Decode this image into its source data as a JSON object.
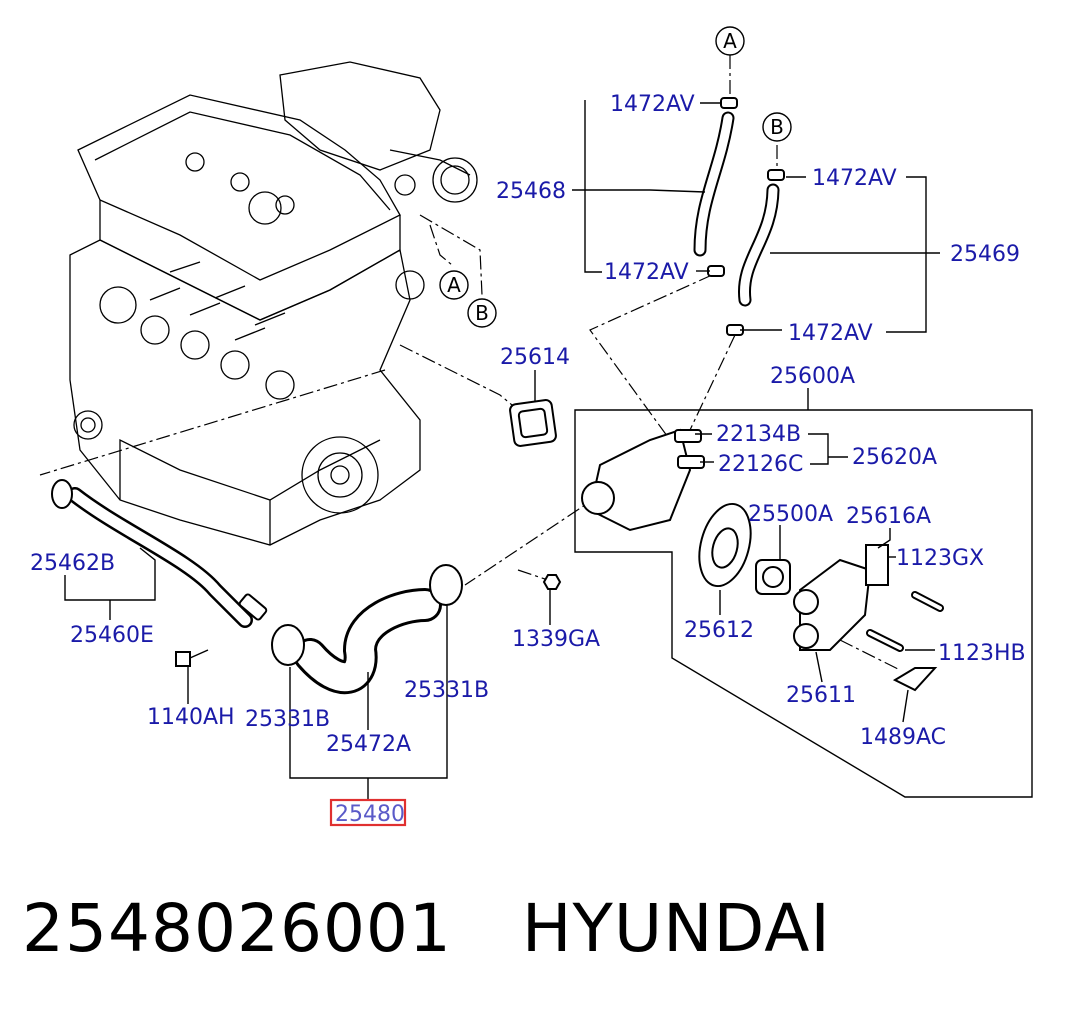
{
  "callout_letters": [
    "A",
    "B",
    "A",
    "B"
  ],
  "labels": {
    "p1472av_a": "1472AV",
    "p1472av_b": "1472AV",
    "p1472av_c": "1472AV",
    "p1472av_d": "1472AV",
    "p25468": "25468",
    "p25469": "25469",
    "p25614": "25614",
    "p25600a": "25600A",
    "p22134b": "22134B",
    "p22126c": "22126C",
    "p25620a": "25620A",
    "p25500a": "25500A",
    "p25616a": "25616A",
    "p1123gx": "1123GX",
    "p25612": "25612",
    "p1123hb": "1123HB",
    "p25611": "25611",
    "p1489ac": "1489AC",
    "p1339ga": "1339GA",
    "p25462b": "25462B",
    "p25460e": "25460E",
    "p1140ah": "1140AH",
    "p25331b_l": "25331B",
    "p25331b_r": "25331B",
    "p25472a": "25472A",
    "p25480": "25480"
  },
  "highlight_color": "#e03030",
  "label_color": "#1a1aa8",
  "footer": {
    "part_number": "2548026001",
    "brand": "HYUNDAI"
  }
}
